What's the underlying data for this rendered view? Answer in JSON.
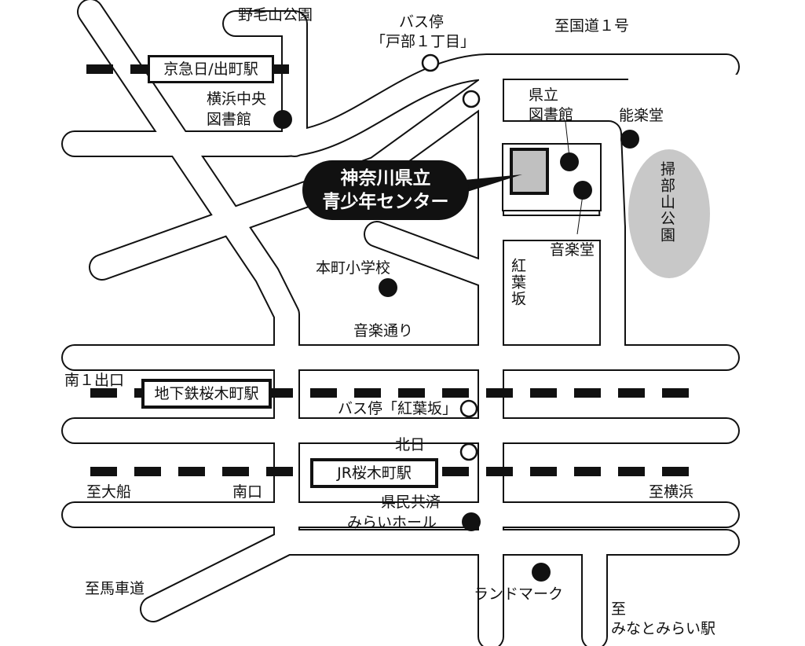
{
  "map": {
    "center_facility": {
      "line1": "神奈川県立",
      "line2": "青少年センター"
    },
    "stations": {
      "keikyu": "京急日/出町駅",
      "subway": "地下鉄桜木町駅",
      "jr": "JR桜木町駅"
    },
    "landmarks": {
      "noge_park": "野毛山公園",
      "bus_tobe_1": "バス停",
      "bus_tobe_2": "「戸部１丁目」",
      "route1": "至国道１号",
      "yokohama_lib_1": "横浜中央",
      "yokohama_lib_2": "図書館",
      "pref_lib_1": "県立",
      "pref_lib_2": "図書館",
      "noh_theater": "能楽堂",
      "kamonyama_park": "掃部山公園",
      "concert_hall": "音楽堂",
      "momijizaka": "紅葉坂",
      "honcho_school": "本町小学校",
      "ongaku_dori": "音楽通り",
      "south_exit_1": "南１出口",
      "bus_momijizaka": "バス停「紅葉坂」",
      "north_exit": "北日",
      "to_ofuna": "至大船",
      "south_exit": "南口",
      "to_yokohama": "至横浜",
      "kenmin_1": "県民共済",
      "kenmin_2": "みらいホール",
      "to_bashamichi": "至馬車道",
      "landmark": "ランドマーク",
      "to_minatomirai_1": "至",
      "to_minatomirai_2": "みなとみらい駅"
    },
    "colors": {
      "road_outline": "#111111",
      "facility": "#c0c0c0",
      "park": "#c8c8c8"
    }
  }
}
